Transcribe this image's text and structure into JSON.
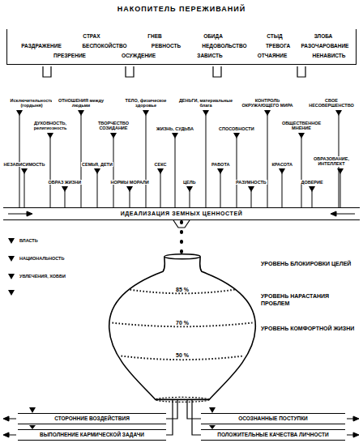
{
  "diagram": {
    "title": "НАКОПИТЕЛЬ ПЕРЕЖИВАНИЙ",
    "nodes": [
      {
        "text": [
          "СТРАХ",
          "ГНЕВ",
          "ОБИДА",
          "СТЫД",
          "ЗЛОБА",
          "РАЗДРАЖЕНИЕ",
          "БЕСПОКОЙСТВО",
          "РЕВНОСТЬ",
          "НЕДОВОЛЬСТВО",
          "ТРЕВОГА",
          "РАЗОЧАРОВАНИЕ",
          "ПРЕЗРЕНИЕ",
          "ОСУЖДЕНИЕ",
          "ЗАВИСТЬ",
          "ОТЧАЯНИЕ",
          "НЕНАВИСТЬ"
        ]
      },
      {
        "text": [
          "ИДЕАЛИЗАЦИЯ ЗЕМНЫХ ЦЕННОСТЕЙ"
        ]
      },
      {
        "text": [
          "85 %",
          "70 %",
          "50 %"
        ]
      },
      {
        "text": [
          "СТОРОННИЕ ВОЗДЕЙСТВИЯ"
        ]
      },
      {
        "text": [
          "ОСОЗНАННЫЕ ПОСТУПКИ"
        ]
      },
      {
        "text": [
          "ВЫПОЛНЕНИЕ КАРМИЧЕСКОЙ ЗАДАЧИ"
        ]
      },
      {
        "text": [
          "ПОЛОЖИТЕЛЬНЫЕ КАЧЕСТВА ЛИЧНОСТИ"
        ]
      }
    ],
    "edges": [
      {
        "from": 1,
        "to": 2,
        "arrow": "none"
      },
      {
        "from": 2,
        "to": 3,
        "arrow": "none"
      },
      {
        "from": 2,
        "to": 4,
        "arrow": "none"
      },
      {
        "from": 2,
        "to": 5,
        "arrow": "none"
      },
      {
        "from": 2,
        "to": 6,
        "arrow": "none"
      }
    ],
    "labels": [
      "Исключительность (гордыня)",
      "ДУХОВНОСТЬ, религиозность",
      "ОТНОШЕНИЯ между людьми",
      "ТВОРЧЕСТВО СОЗИДАНИЕ",
      "ТЕЛО, физическое здоровье",
      "ЖИЗНЬ, СУДЬБА",
      "ДЕНЬГИ, материальные блага",
      "СПОСОБНОСТИ",
      "КОНТРОЛЬ ОКРУЖАЮЩЕГО МИРА",
      "ОБЩЕСТВЕННОЕ МНЕНИЕ",
      "СВОЕ НЕСОВЕРШЕНСТВО",
      "НЕЗАВИСИМОСТЬ",
      "ОБРАЗ ЖИЗНИ",
      "СЕМЬЯ, ДЕТИ",
      "НОРМЫ МОРАЛИ",
      "СЕКС",
      "ЦЕЛЬ",
      "РАБОТА",
      "РАЗУМНОСТЬ",
      "КРАСОТА",
      "ДОВЕРИЕ",
      "ОБРАЗОВАНИЕ, ИНТЕЛЛЕКТ",
      "ВЛАСТЬ",
      "НАЦИОНАЛЬНОСТЬ",
      "УВЛЕЧЕНИЯ, ХОББИ",
      "УРОВЕНЬ БЛОКИРОВКИ ЦЕЛЕЙ",
      "УРОВЕНЬ НАРАСТАНИЯ ПРОБЛЕМ",
      "УРОВЕНЬ КОМФОРТНОЙ ЖИЗНИ"
    ]
  }
}
